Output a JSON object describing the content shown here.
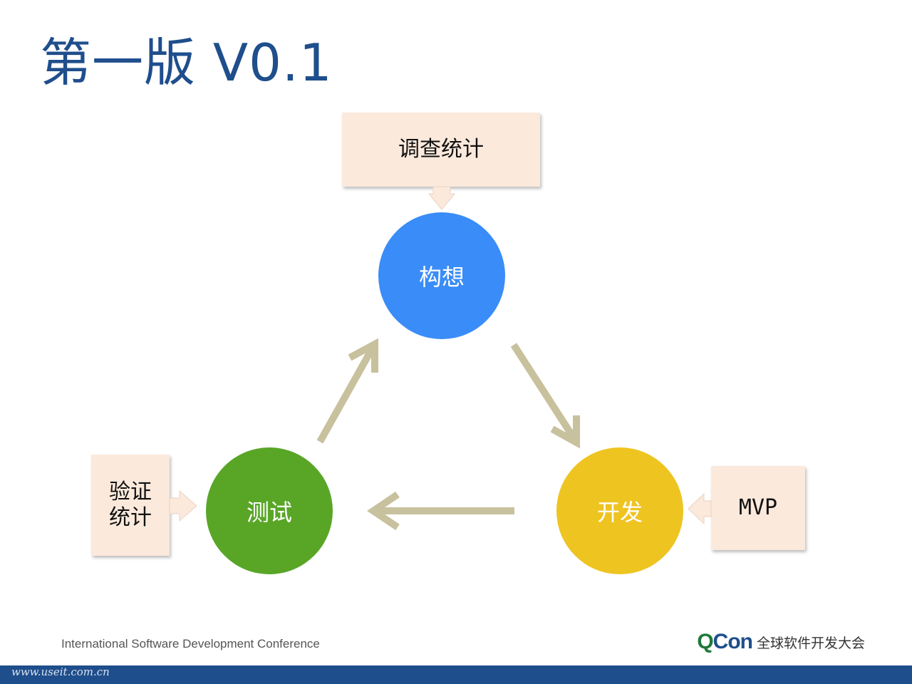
{
  "title": "第一版 V0.1",
  "nodes": {
    "concept": {
      "label": "构想",
      "color": "#3a8cf8"
    },
    "develop": {
      "label": "开发",
      "color": "#eec421"
    },
    "test": {
      "label": "测试",
      "color": "#59a627"
    }
  },
  "inputs": {
    "survey": {
      "label": "调查统计",
      "target": "concept"
    },
    "mvp": {
      "label": "MVP",
      "target": "develop"
    },
    "verify": {
      "line1": "验证",
      "line2": "统计",
      "target": "test"
    }
  },
  "cycle": [
    "concept",
    "develop",
    "test"
  ],
  "arrow_color": "#c8c19d",
  "footer": {
    "conference": "International Software Development Conference",
    "logo_q": "Q",
    "logo_con": "Con",
    "tagline": "全球软件开发大会",
    "website": "www.useit.com.cn"
  },
  "brand_color": "#1f4e8c"
}
